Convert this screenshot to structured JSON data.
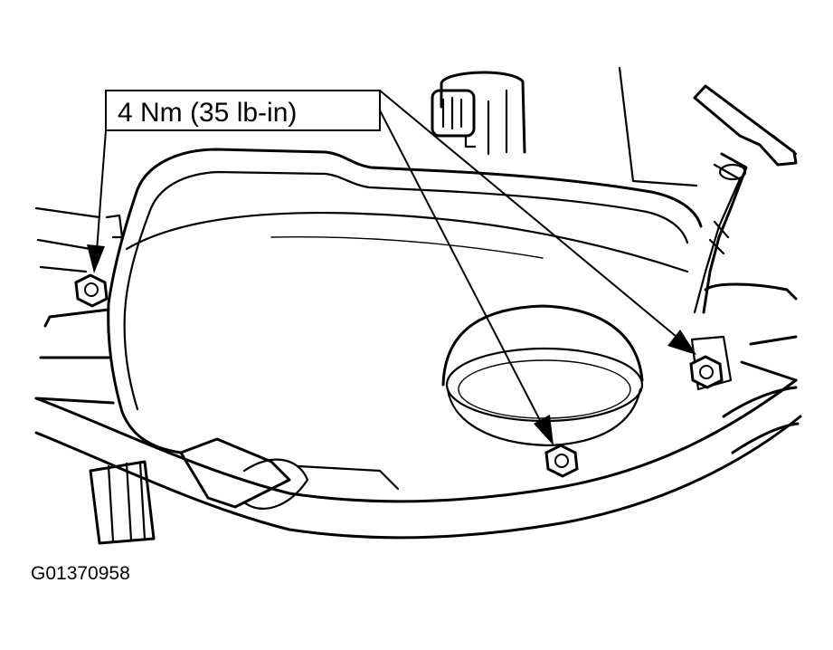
{
  "torque_callout": {
    "label": "4 Nm (35 lb-in)"
  },
  "figure_id": "G01370958",
  "bolts": [
    {
      "name": "left-bolt"
    },
    {
      "name": "lower-center-bolt"
    },
    {
      "name": "right-bolt"
    }
  ],
  "colors": {
    "line": "#000000",
    "background": "#ffffff"
  }
}
